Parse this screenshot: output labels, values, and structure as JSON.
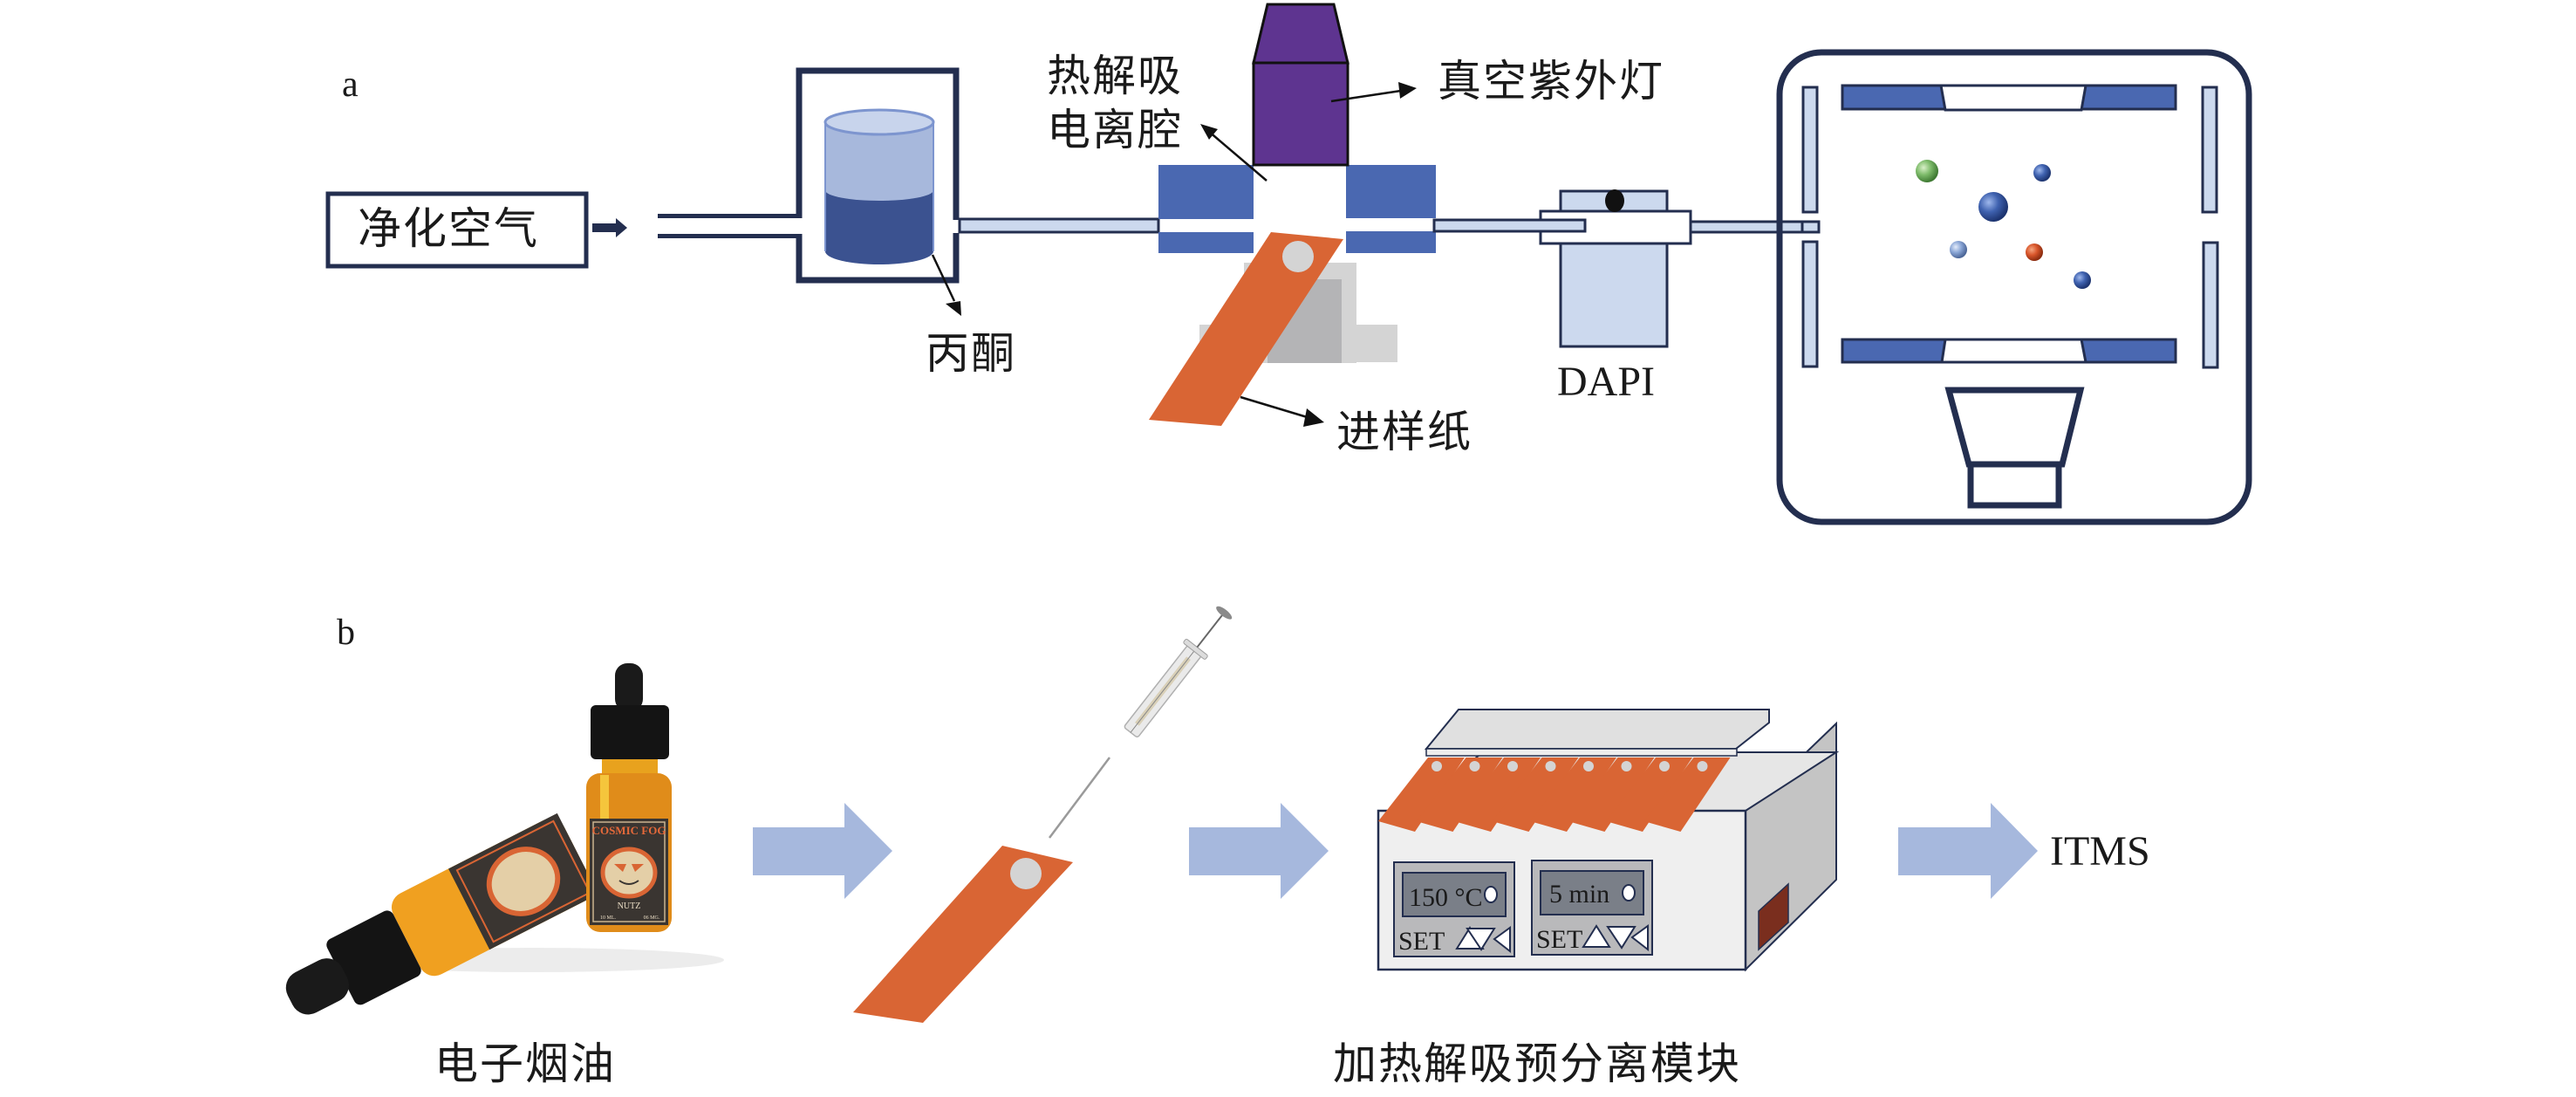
{
  "figure": {
    "panel_a": {
      "letter": "a",
      "purified_air_label": "净化空气",
      "acetone_label": "丙酮",
      "chamber_label_line1": "热解吸",
      "chamber_label_line2": "电离腔",
      "uv_lamp_label": "真空紫外灯",
      "sample_paper_label": "进样纸",
      "dapi_label": "DAPI",
      "ion_colors": [
        "#7dbb6a",
        "#3f62b0",
        "#3f62b0",
        "#8aa6d6",
        "#d8552a",
        "#3f62b0"
      ]
    },
    "panel_b": {
      "letter": "b",
      "eliquid_label": "电子烟油",
      "module_label": "加热解吸预分离模块",
      "itms_label": "ITMS",
      "bottle_brand": "COSMIC FOG",
      "bottle_flavor": "NUTZ",
      "bottle_volume": "10 ML.",
      "bottle_strength": "06 MG.",
      "temperature_display": "150 °C",
      "time_display": "5 min",
      "set_label": "SET",
      "strip_count": 8
    },
    "colors": {
      "navy_outline": "#232e4f",
      "electrode_blue": "#4a68b1",
      "light_blue": "#ccd9ee",
      "lamp_purple": "#5e3490",
      "paper_orange": "#d96534",
      "flow_arrow": "#a6b8dd",
      "gray_light": "#d4d4d4",
      "gray_dark": "#b4b4b6",
      "device_face": "#efefef",
      "device_side": "#c4c4c4",
      "display_bg": "#7a7f88",
      "panel_bg": "#b9b9bb",
      "vent_brown": "#7a2e1e"
    }
  }
}
